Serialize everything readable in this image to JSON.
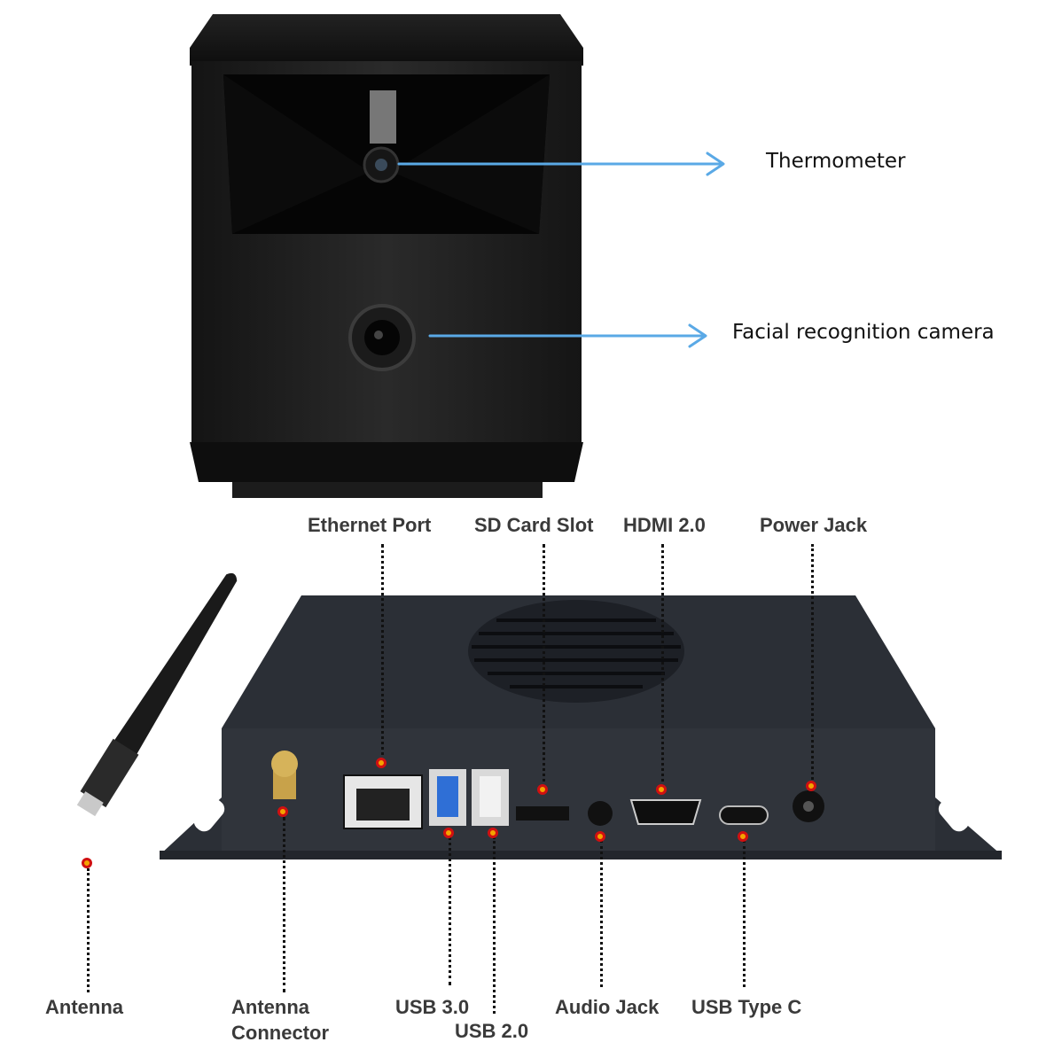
{
  "camera_unit": {
    "callouts": [
      {
        "label": "Thermometer",
        "color": "#5aa9e6"
      },
      {
        "label": "Facial recognition camera",
        "color": "#5aa9e6"
      }
    ]
  },
  "box_pc": {
    "top_labels": [
      "Ethernet Port",
      "SD Card Slot",
      "HDMI 2.0",
      "Power Jack"
    ],
    "bottom_labels": [
      "Antenna",
      "Antenna",
      "Connector",
      "USB 3.0",
      "USB 2.0",
      "Audio Jack",
      "USB Type C"
    ],
    "marker_color": "#d01010",
    "usb3_color": "#2f6fd6"
  }
}
